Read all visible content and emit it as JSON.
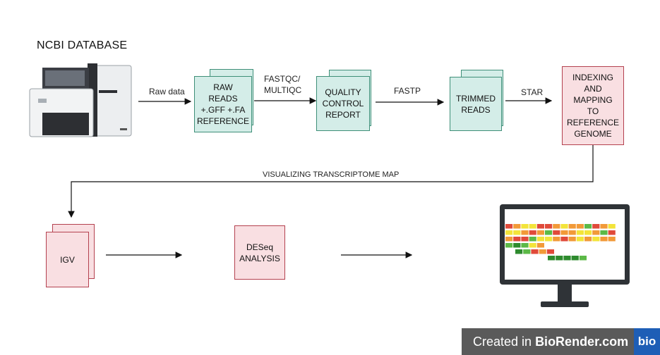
{
  "title": "NCBI DATABASE",
  "edges": {
    "raw_data": "Raw data",
    "fastqc": "FASTQC/\nMULTIQC",
    "fastp": "FASTP",
    "star": "STAR",
    "visualizing": "VISUALIZING TRANSCRIPTOME MAP"
  },
  "nodes": {
    "raw_reads": "RAW\nREADS\n+.GFF +.FA\nREFERENCE",
    "quality": "QUALITY\nCONTROL\nREPORT",
    "trimmed": "TRIMMED\nREADS",
    "indexing": "INDEXING\nAND\nMAPPING\nTO\nREFERENCE\nGENOME",
    "igv": "IGV",
    "deseq": "DESeq\nANALYSIS"
  },
  "icons": {
    "sequencer": "sequencer-icon",
    "monitor": "monitor-heatmap-icon"
  },
  "colors": {
    "teal_fill": "#d4ede8",
    "teal_border": "#3e8f78",
    "pink_fill": "#f9dfe2",
    "pink_border": "#b4414f",
    "heat_red": "#e04a3a",
    "heat_orange": "#f29a38",
    "heat_yellow": "#f3e43a",
    "heat_green": "#5cb947",
    "heat_darkgreen": "#2e8b2e"
  },
  "banner": {
    "prefix": "Created in ",
    "brand": "BioRender.com",
    "logo": "bio"
  }
}
